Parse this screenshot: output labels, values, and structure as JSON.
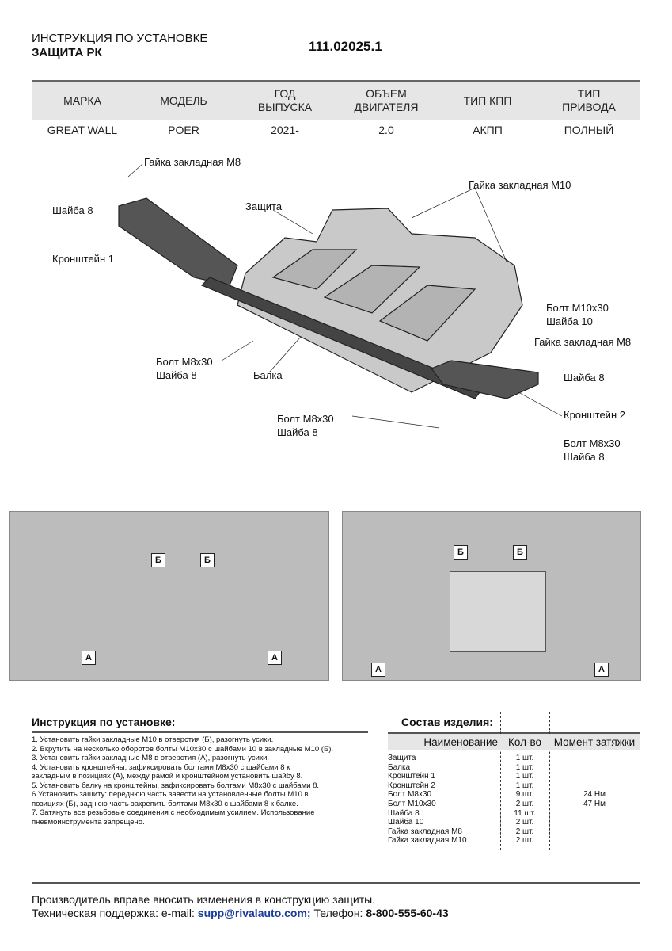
{
  "header": {
    "title_line1": "ИНСТРУКЦИЯ ПО УСТАНОВКЕ",
    "title_line2": "ЗАЩИТА РК",
    "article": "111.02025.1"
  },
  "spec_table": {
    "headers": [
      "МАРКА",
      "МОДЕЛЬ",
      "ГОД\nВЫПУСКА",
      "ОБЪЕМ\nДВИГАТЕЛЯ",
      "ТИП КПП",
      "ТИП\nПРИВОДА"
    ],
    "values": [
      "GREAT WALL",
      "POER",
      "2021-",
      "2.0",
      "АКПП",
      "ПОЛНЫЙ"
    ]
  },
  "diagram_labels": {
    "nut_m8_top": "Гайка закладная М8",
    "washer8_left": "Шайба 8",
    "bracket1": "Кронштейн 1",
    "guard": "Защита",
    "nut_m10": "Гайка закладная М10",
    "bolt_m10": "Болт М10х30\nШайба 10",
    "nut_m8_right": "Гайка закладная М8",
    "washer8_right": "Шайба 8",
    "bolt_left": "Болт М8х30\nШайба 8",
    "beam": "Балка",
    "bracket2": "Кронштейн 2",
    "bolt_center": "Болт М8х30\nШайба 8",
    "bolt_right": "Болт М8х30\nШайба 8"
  },
  "photo_markers": {
    "a": "А",
    "b": "Б"
  },
  "instructions": {
    "title": "Инструкция по установке:",
    "steps": "1. Установить гайки закладные М10 в отверстия (Б), разогнуть усики.\n2. Вкрутить на несколько оборотов болты М10х30 с шайбами 10 в закладные М10 (Б).\n3. Установить гайки закладные М8 в отверстия (А), разогнуть усики.\n4. Установить кронштейны, зафиксировать болтами М8х30 с шайбами 8 к\nзакладным в позициях (А), между рамой и кронштейном установить шайбу 8.\n5. Установить балку на кронштейны, зафиксировать болтами М8х30 с шайбами 8.\n6.Установить защиту: переднюю часть завести на установленные болты М10 в\nпозициях (Б), заднюю часть закрепить болтами М8х30 с шайбами 8 к балке.\n7. Затянуть все резьбовые соединения с необходимым усилием. Использование\nпневмоинструмента запрещено."
  },
  "composition": {
    "title": "Состав изделия:",
    "headers": [
      "Наименование",
      "Кол-во",
      "Момент затяжки"
    ],
    "rows": [
      [
        "Защита",
        "1 шт.",
        ""
      ],
      [
        "Балка",
        "1 шт.",
        ""
      ],
      [
        "Кронштейн 1",
        "1 шт.",
        ""
      ],
      [
        "Кронштейн 2",
        "1 шт.",
        ""
      ],
      [
        "Болт М8х30",
        "9 шт.",
        "24 Нм"
      ],
      [
        "Болт М10х30",
        "2 шт.",
        "47 Нм"
      ],
      [
        "Шайба 8",
        "11 шт.",
        ""
      ],
      [
        "Шайба 10",
        "2 шт.",
        ""
      ],
      [
        "Гайка закладная М8",
        "2 шт.",
        ""
      ],
      [
        "Гайка закладная М10",
        "2 шт.",
        ""
      ]
    ]
  },
  "footer": {
    "note": "Производитель вправе вносить изменения в конструкцию защиты.",
    "support_prefix": "Техническая поддержка:  e-mail: ",
    "email": "supp@rivalauto.com;",
    "phone_prefix": " Телефон: ",
    "phone": "8-800-555-60-43"
  }
}
